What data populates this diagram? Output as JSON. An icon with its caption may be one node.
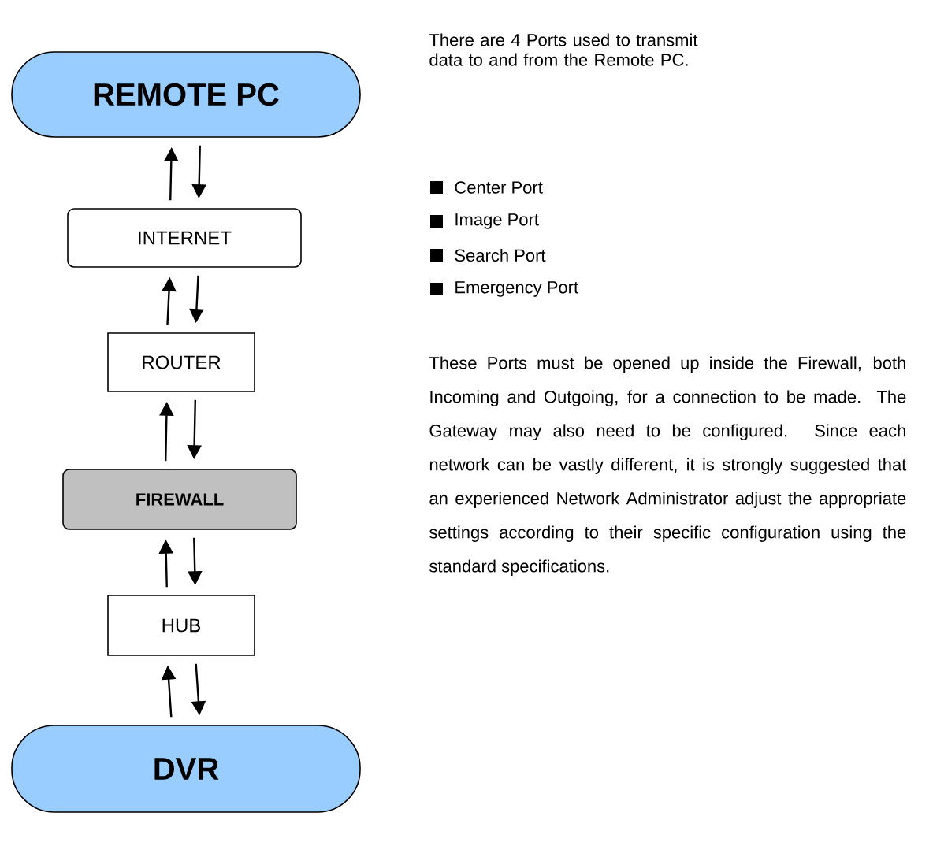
{
  "diagram": {
    "nodes": [
      {
        "text": [
          "REMOTE PC"
        ]
      },
      {
        "text": [
          "INTERNET"
        ]
      },
      {
        "text": [
          "ROUTER"
        ]
      },
      {
        "text": [
          "FIREWALL"
        ]
      },
      {
        "text": [
          "HUB"
        ]
      },
      {
        "text": [
          "DVR"
        ]
      }
    ],
    "edges": [
      {
        "from": 1,
        "to": 0,
        "arrow": "to"
      },
      {
        "from": 0,
        "to": 1,
        "arrow": "to"
      },
      {
        "from": 2,
        "to": 1,
        "arrow": "to"
      },
      {
        "from": 1,
        "to": 2,
        "arrow": "to"
      },
      {
        "from": 3,
        "to": 2,
        "arrow": "to"
      },
      {
        "from": 2,
        "to": 3,
        "arrow": "to"
      },
      {
        "from": 4,
        "to": 3,
        "arrow": "to"
      },
      {
        "from": 3,
        "to": 4,
        "arrow": "to"
      },
      {
        "from": 5,
        "to": 4,
        "arrow": "to"
      },
      {
        "from": 4,
        "to": 5,
        "arrow": "to"
      }
    ],
    "labels": [
      "There are 4 Ports used to transmit data to and from the Remote PC.",
      "Center Port",
      "Image Port",
      "Search Port",
      "Emergency Port",
      "These Ports must be opened up inside the Firewall, both Incoming and Outgoing, for a connection to be made. The Gateway may also need to be configured. Since each network can be vastly different, it is strongly suggested that an experienced Network Administrator adjust the appropriate settings according to their specific configuration using the standard specifications."
    ]
  }
}
